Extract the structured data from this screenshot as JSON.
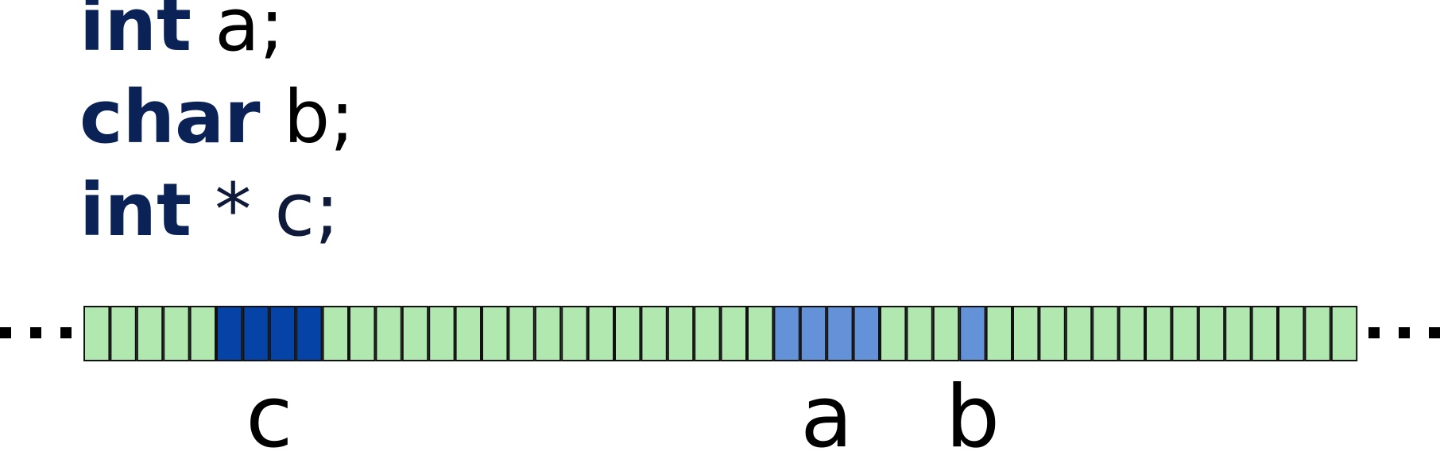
{
  "code": {
    "line_a": {
      "type": "int",
      "rest": " a;"
    },
    "line_b": {
      "type": "char",
      "rest": " b;"
    },
    "line_c": {
      "type": "int",
      "rest": " * c;"
    }
  },
  "memory": {
    "cell_count": 48,
    "left_ellipsis": "...",
    "right_ellipsis": "...",
    "colors": {
      "free": "#b0e8b0",
      "c": "#0544a6",
      "ab": "#6392d8",
      "border": "#111111"
    },
    "allocations": [
      {
        "name": "c",
        "start": 5,
        "length": 4,
        "color_key": "c"
      },
      {
        "name": "a",
        "start": 26,
        "length": 4,
        "color_key": "ab"
      },
      {
        "name": "b",
        "start": 33,
        "length": 1,
        "color_key": "ab"
      }
    ]
  },
  "labels": {
    "c": "c",
    "a": "a",
    "b": "b"
  }
}
